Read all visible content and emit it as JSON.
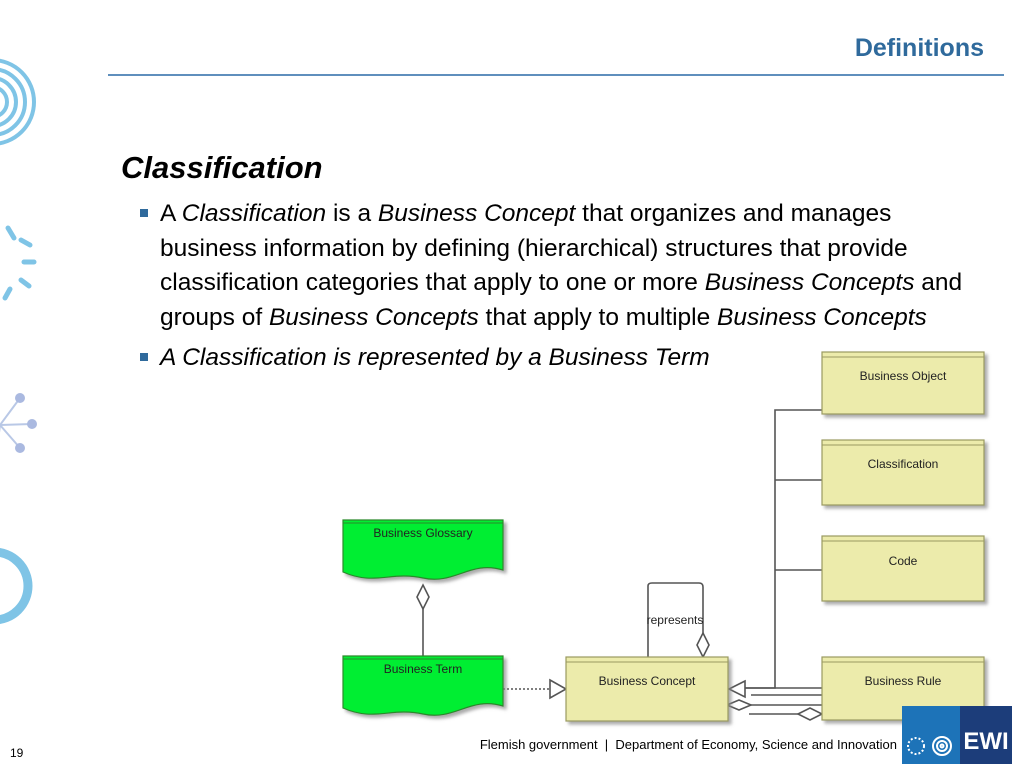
{
  "header": {
    "title": "Definitions"
  },
  "content": {
    "heading": "Classification",
    "bullet1": {
      "t1": "A ",
      "i1": "Classification",
      "t2": " is a ",
      "i2": "Business Concept",
      "t3": " that organizes and manages business information by defining (hierarchical) structures that provide classification categories that apply to one or more ",
      "i3": "Business Concepts",
      "t4": " and groups of ",
      "i4": "Business Concepts",
      "t5": " that apply to multiple ",
      "i5": "Business Concepts"
    },
    "bullet2": "A Classification is represented by a Business Term"
  },
  "diagram": {
    "business_glossary": "Business Glossary",
    "business_term": "Business Term",
    "business_concept": "Business Concept",
    "represents": "represents",
    "business_object": "Business Object",
    "classification": "Classification",
    "code": "Code",
    "business_rule": "Business Rule",
    "colors": {
      "green_fill": "#00ee33",
      "yellow_fill": "#ecebab",
      "line": "#555555"
    }
  },
  "footer": {
    "text": "Flemish government  |  Department of Economy, Science and Innovation",
    "page_number": "19",
    "logo_text": "EWI"
  },
  "colors": {
    "accent": "#2f6a9c",
    "deco": "#7fc4e6"
  }
}
